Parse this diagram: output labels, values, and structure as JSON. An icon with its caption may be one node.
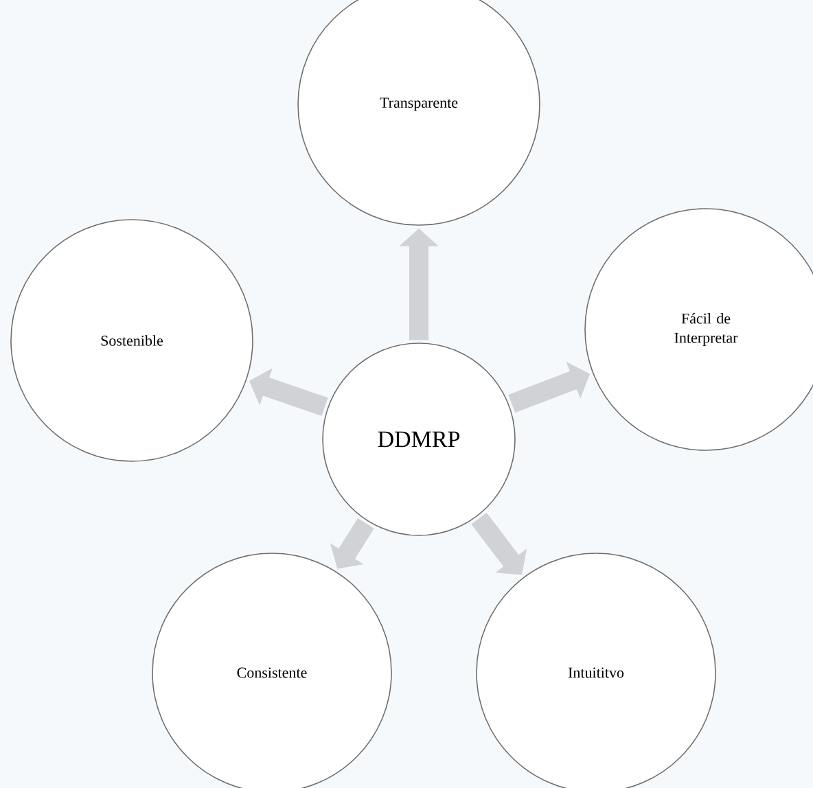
{
  "diagram": {
    "nodes": [
      {
        "text": [
          "DDMRP"
        ]
      },
      {
        "text": [
          "Transparente"
        ]
      },
      {
        "text": [
          "Fácil de Interpretar"
        ]
      },
      {
        "text": [
          "Intuititvo"
        ]
      },
      {
        "text": [
          "Consistente"
        ]
      },
      {
        "text": [
          "Sostenible"
        ]
      }
    ],
    "edges": [
      {
        "from": 0,
        "to": 1,
        "arrow": "to"
      },
      {
        "from": 0,
        "to": 2,
        "arrow": "to"
      },
      {
        "from": 0,
        "to": 3,
        "arrow": "to"
      },
      {
        "from": 0,
        "to": 4,
        "arrow": "to"
      },
      {
        "from": 0,
        "to": 5,
        "arrow": "to"
      }
    ]
  }
}
